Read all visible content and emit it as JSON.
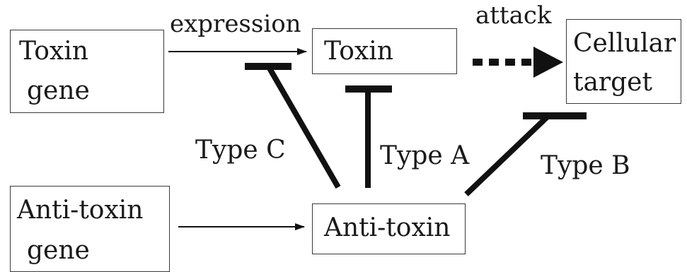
{
  "nodes": {
    "toxin_gene": {
      "line1": "Toxin",
      "line2": "gene"
    },
    "toxin": {
      "label": "Toxin"
    },
    "cellular_target": {
      "line1": "Cellular",
      "line2": "target"
    },
    "antitoxin_gene": {
      "line1": "Anti-toxin",
      "line2": "gene"
    },
    "antitoxin": {
      "label": "Anti-toxin"
    }
  },
  "edges": {
    "expression": "expression",
    "attack": "attack",
    "type_a": "Type A",
    "type_b": "Type B",
    "type_c": "Type C"
  },
  "colors": {
    "stroke": "#111111",
    "box_border": "#3a3a3a"
  }
}
